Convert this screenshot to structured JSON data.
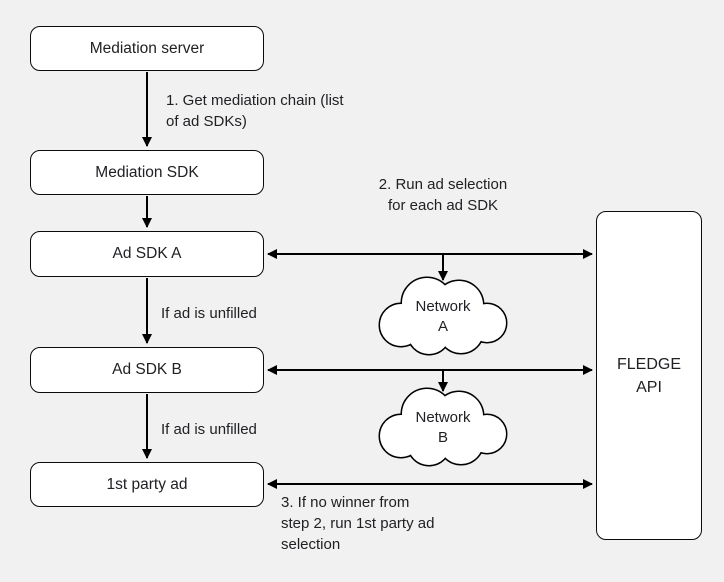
{
  "colors": {
    "background": "#f1f1f1",
    "box_fill": "#ffffff",
    "stroke": "#000000",
    "text": "#202124"
  },
  "boxes": {
    "mediation_server": "Mediation server",
    "mediation_sdk": "Mediation SDK",
    "ad_sdk_a": "Ad SDK A",
    "ad_sdk_b": "Ad SDK B",
    "first_party_ad": "1st party ad",
    "fledge_api_lines": [
      "FLEDGE",
      "API"
    ]
  },
  "clouds": {
    "network_a_lines": [
      "Network",
      "A"
    ],
    "network_b_lines": [
      "Network",
      "B"
    ]
  },
  "annotations": {
    "step1_lines": [
      "1. Get mediation chain (list",
      "of ad SDKs)"
    ],
    "step2_lines": [
      "2. Run ad selection",
      "for each ad SDK"
    ],
    "step3_lines": [
      "3. If no winner from",
      "step 2, run 1st party ad",
      "selection"
    ],
    "if_unfilled_a": "If ad is unfilled",
    "if_unfilled_b": "If ad is unfilled"
  }
}
